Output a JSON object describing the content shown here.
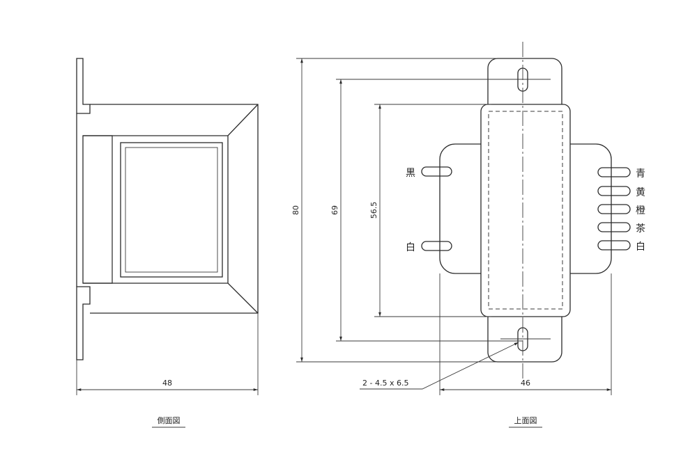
{
  "side_view": {
    "caption": "側面図",
    "width_dim": "48"
  },
  "top_view": {
    "caption": "上面図",
    "height_dims": [
      "80",
      "69",
      "56.5"
    ],
    "width_dim": "46",
    "hole_note": "2 - 4.5 x 6.5",
    "left_wires": [
      "黒",
      "白"
    ],
    "right_wires": [
      "青",
      "黄",
      "橙",
      "茶",
      "白"
    ]
  }
}
